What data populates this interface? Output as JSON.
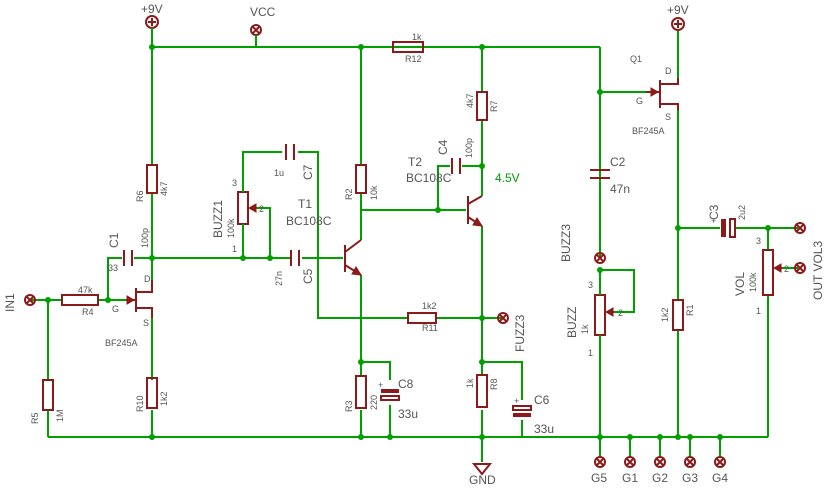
{
  "labels": {
    "vcc": "VCC",
    "p9v_left": "+9V",
    "p9v_right": "+9V",
    "gnd": "GND",
    "in1": "IN1",
    "fuzz3": "FUZZ3",
    "buzz3": "BUZZ3",
    "out_vol3": "OUT VOL3",
    "voltage": "4.5V",
    "g5": "G5",
    "g1": "G1",
    "g2": "G2",
    "g3": "G3",
    "g4": "G4"
  },
  "components": {
    "r4": {
      "name": "R4",
      "value": "47k"
    },
    "r5": {
      "name": "R5",
      "value": "1M"
    },
    "r6": {
      "name": "R6",
      "value": "4k7"
    },
    "r10": {
      "name": "R10",
      "value": "1k2"
    },
    "r2": {
      "name": "R2",
      "value": "10k"
    },
    "r3": {
      "name": "R3",
      "value": "220"
    },
    "r12": {
      "name": "R12",
      "value": "1k"
    },
    "r7": {
      "name": "R7",
      "value": "4k7"
    },
    "r8": {
      "name": "R8",
      "value": "1k"
    },
    "r11": {
      "name": "R11",
      "value": "1k2"
    },
    "r1": {
      "name": "R1",
      "value": "1k2"
    },
    "c1": {
      "name": "C1",
      "value": "100p"
    },
    "c1b": {
      "name": "33",
      "value": ""
    },
    "c7": {
      "name": "C7",
      "value": "1u"
    },
    "c5": {
      "name": "C5",
      "value": "27n"
    },
    "c4": {
      "name": "C4",
      "value": "100p"
    },
    "c8": {
      "name": "C8",
      "value": "33u"
    },
    "c6": {
      "name": "C6",
      "value": "33u"
    },
    "c2": {
      "name": "C2",
      "value": "47n"
    },
    "c3": {
      "name": "C3",
      "value": "2u2"
    },
    "q_left": {
      "name": "BF245A"
    },
    "q1": {
      "name": "Q1",
      "type": "BF245A"
    },
    "t1": {
      "name": "T1",
      "type": "BC108C"
    },
    "t2": {
      "name": "T2",
      "type": "BC108C"
    },
    "buzz1": {
      "name": "BUZZ1",
      "value": "100k"
    },
    "buzz": {
      "name": "BUZZ",
      "value": "1k"
    },
    "vol": {
      "name": "VOL",
      "value": "100k"
    }
  },
  "pins": {
    "one": "1",
    "two": "2",
    "three": "3",
    "d": "D",
    "g": "G",
    "s": "S",
    "plus": "+"
  }
}
